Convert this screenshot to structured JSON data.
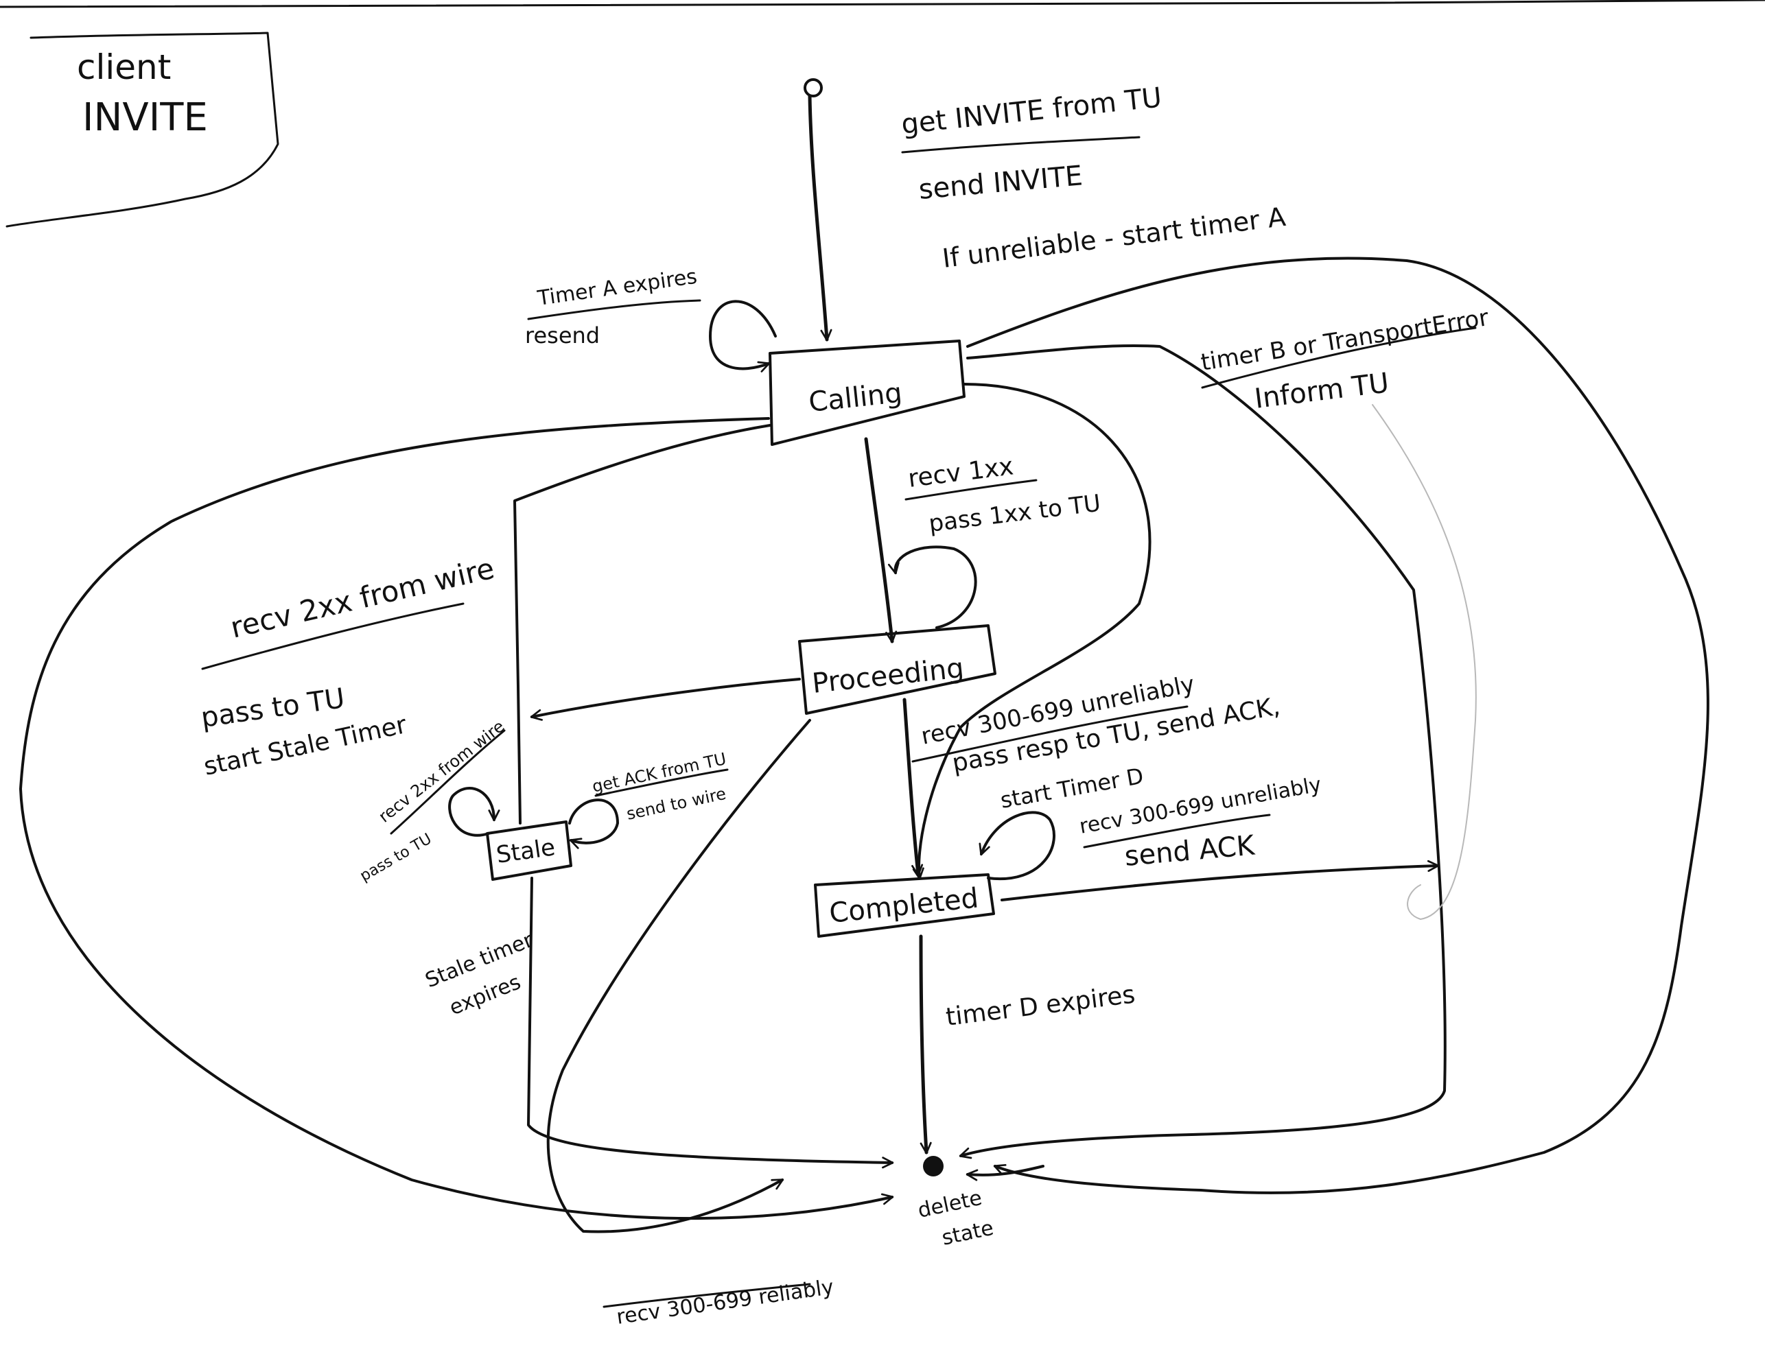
{
  "title": {
    "line1": "client",
    "line2": "INVITE"
  },
  "states": {
    "calling": "Calling",
    "proceeding": "Proceeding",
    "stale": "Stale",
    "completed": "Completed"
  },
  "terminal": {
    "line1": "delete",
    "line2": "state"
  },
  "transitions": {
    "initial": {
      "event": "get INVITE from TU",
      "action1": "send INVITE",
      "action2": "If unreliable - start timer A"
    },
    "timer_a": {
      "event": "Timer A expires",
      "action": "resend"
    },
    "timer_b": {
      "event": "timer B or TransportError",
      "action": "Inform TU"
    },
    "recv_1xx": {
      "event": "recv 1xx",
      "action": "pass 1xx to TU"
    },
    "recv_2xx": {
      "event": "recv 2xx from wire",
      "action1": "pass to TU",
      "action2": "start Stale Timer"
    },
    "stale_recv_2xx": {
      "event": "recv 2xx from wire",
      "action": "pass to TU"
    },
    "stale_ack": {
      "event": "get ACK from TU",
      "action": "send to wire"
    },
    "stale_timer": {
      "line1": "Stale timer",
      "line2": "expires"
    },
    "recv_300_699": {
      "event": "recv 300-699 unreliably",
      "action1": "pass resp to TU, send ACK,",
      "action2": "start Timer D"
    },
    "completed_self": {
      "event": "recv 300-699 unreliably",
      "action": "send ACK"
    },
    "timer_d": {
      "label": "timer D expires"
    },
    "reliable": {
      "label": "recv 300-699 reliably"
    }
  }
}
